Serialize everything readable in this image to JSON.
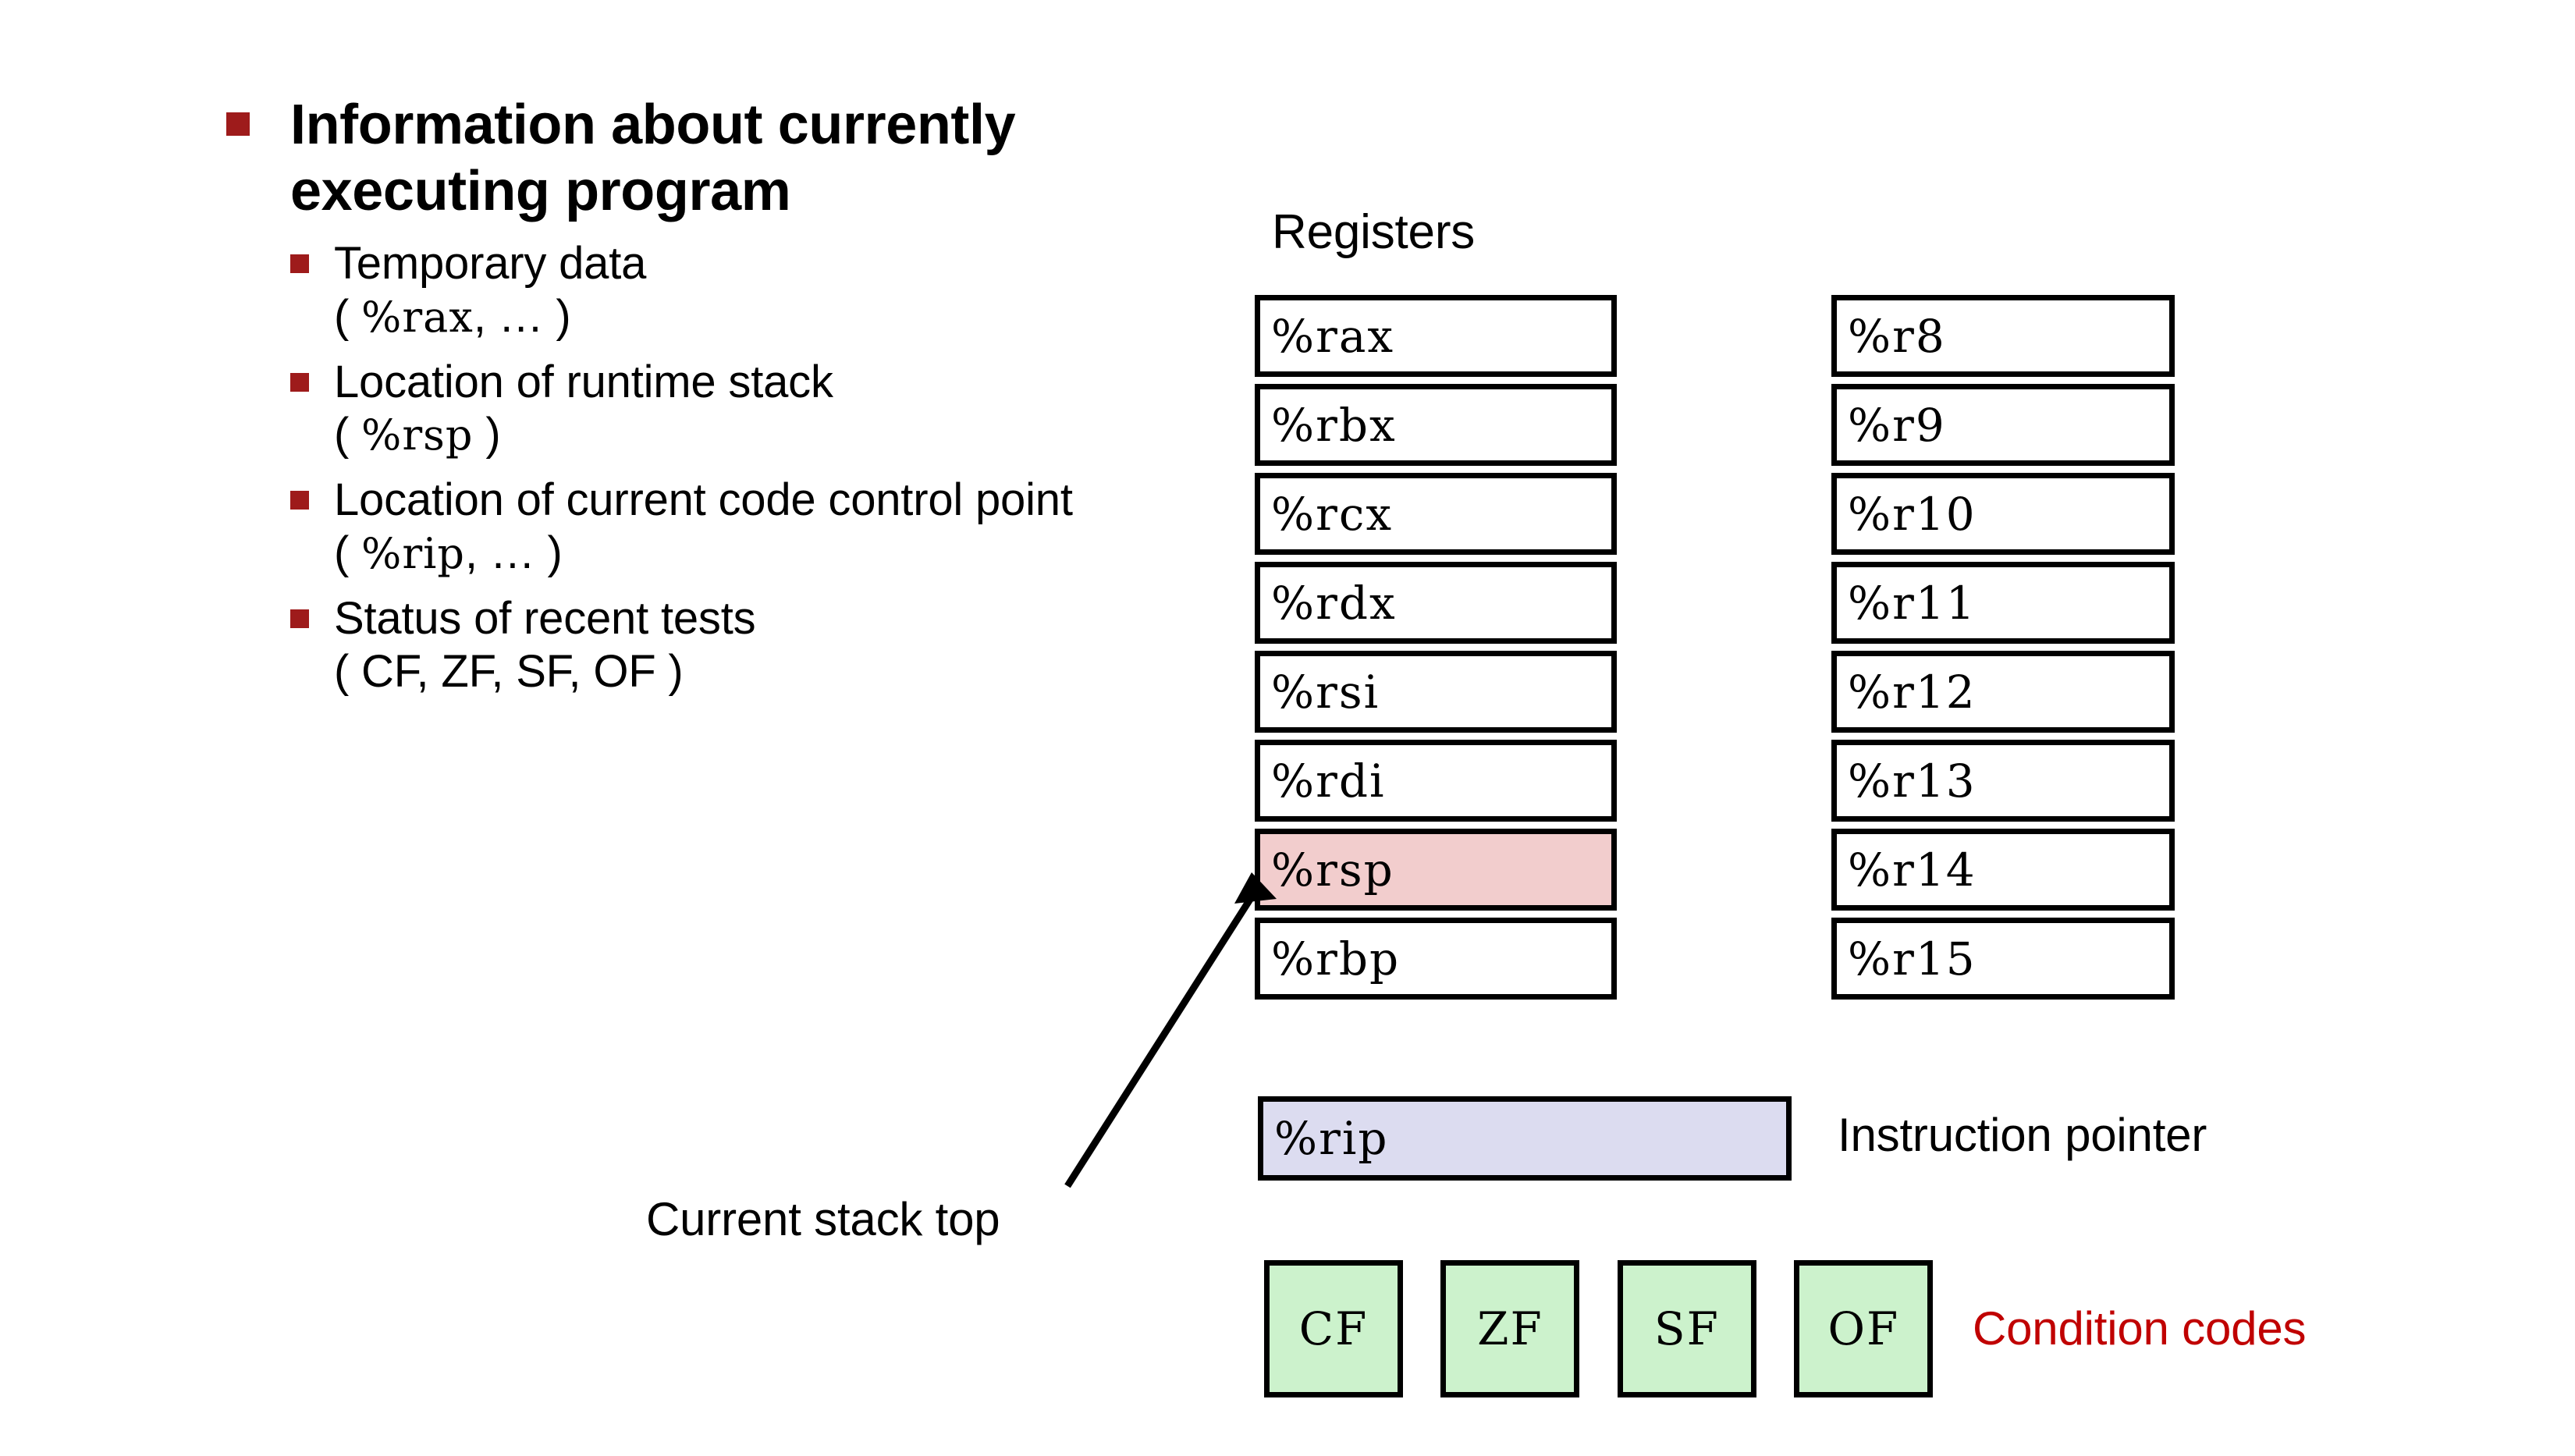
{
  "slide": {
    "bullets": [
      {
        "level": 1,
        "text": "Information about currently executing program"
      },
      {
        "level": 2,
        "text": "Temporary data",
        "detail_prefix": "( ",
        "detail_mono": "%rax",
        "detail_suffix": ", … )"
      },
      {
        "level": 2,
        "text": "Location of runtime stack",
        "detail_prefix": "( ",
        "detail_mono": "%rsp",
        "detail_suffix": " )"
      },
      {
        "level": 2,
        "text": "Location of current code control point",
        "detail_prefix": "( ",
        "detail_mono": "%rip",
        "detail_suffix": ", … )"
      },
      {
        "level": 2,
        "text": "Status of recent tests",
        "detail_plain": "( CF, ZF, SF, OF )"
      }
    ],
    "registers_heading": "Registers",
    "registers_left": [
      "%rax",
      "%rbx",
      "%rcx",
      "%rdx",
      "%rsi",
      "%rdi",
      "%rsp",
      "%rbp"
    ],
    "registers_right": [
      "%r8",
      "%r9",
      "%r10",
      "%r11",
      "%r12",
      "%r13",
      "%r14",
      "%r15"
    ],
    "highlighted_register": "%rsp",
    "instruction_pointer": {
      "register": "%rip",
      "label": "Instruction pointer"
    },
    "condition_codes": {
      "flags": [
        "CF",
        "ZF",
        "SF",
        "OF"
      ],
      "label": "Condition codes"
    },
    "annotation": {
      "stack_top_label": "Current stack top"
    },
    "colors": {
      "bullet_marker": "#9e1b1b",
      "highlight_pink": "#f2cdcd",
      "highlight_lavender": "#dcdcf0",
      "highlight_green": "#ccf2cc",
      "condition_codes_text": "#c00000",
      "box_border": "#000000",
      "background": "#ffffff"
    }
  }
}
